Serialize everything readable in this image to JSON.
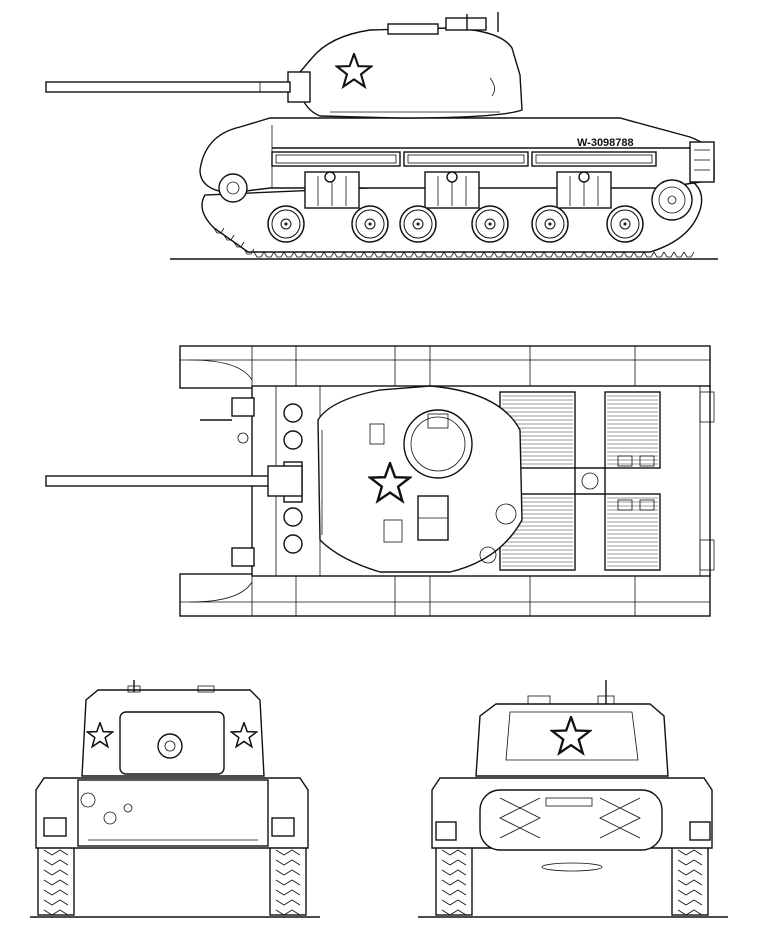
{
  "drawing": {
    "hull_number": "W-3098788",
    "views": [
      {
        "name": "side-view"
      },
      {
        "name": "top-view"
      },
      {
        "name": "front-view"
      },
      {
        "name": "rear-view"
      }
    ],
    "insignia": "star-icon"
  }
}
